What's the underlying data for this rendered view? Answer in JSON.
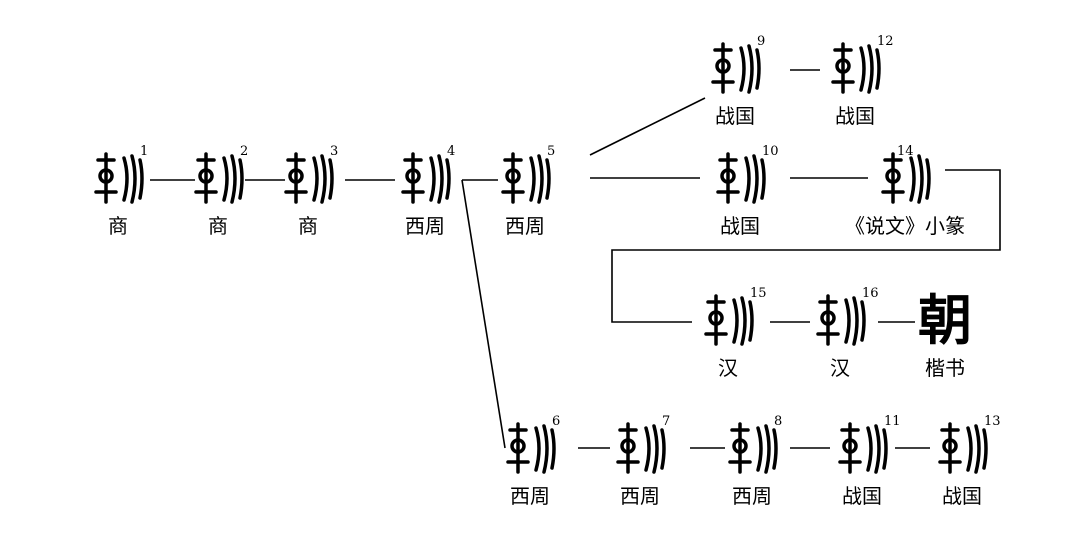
{
  "title_character": "朝",
  "nodes": [
    {
      "id": "1",
      "num": "1",
      "label": "商"
    },
    {
      "id": "2",
      "num": "2",
      "label": "商"
    },
    {
      "id": "3",
      "num": "3",
      "label": "商"
    },
    {
      "id": "4",
      "num": "4",
      "label": "西周"
    },
    {
      "id": "5",
      "num": "5",
      "label": "西周"
    },
    {
      "id": "9",
      "num": "9",
      "label": "战国"
    },
    {
      "id": "12",
      "num": "12",
      "label": "战国"
    },
    {
      "id": "10",
      "num": "10",
      "label": "战国"
    },
    {
      "id": "14",
      "num": "14",
      "label": "《说文》小篆"
    },
    {
      "id": "15",
      "num": "15",
      "label": "汉"
    },
    {
      "id": "16",
      "num": "16",
      "label": "汉"
    },
    {
      "id": "k",
      "num": "",
      "label": "楷书",
      "glyph": "朝"
    },
    {
      "id": "6",
      "num": "6",
      "label": "西周"
    },
    {
      "id": "7",
      "num": "7",
      "label": "西周"
    },
    {
      "id": "8",
      "num": "8",
      "label": "西周"
    },
    {
      "id": "11",
      "num": "11",
      "label": "战国"
    },
    {
      "id": "13",
      "num": "13",
      "label": "战国"
    }
  ]
}
